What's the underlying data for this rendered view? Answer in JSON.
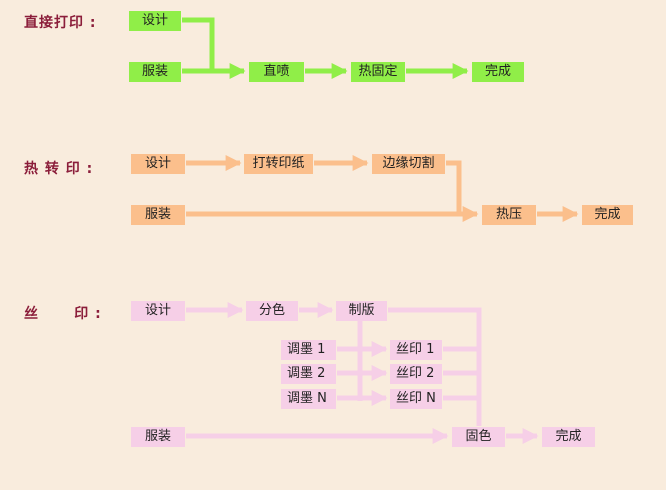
{
  "sections": {
    "direct": {
      "label": "直接打印 :",
      "color": "#90ee48",
      "nodes": {
        "design": "设计",
        "garment": "服装",
        "print": "直喷",
        "fix": "热固定",
        "done": "完成"
      }
    },
    "transfer": {
      "label": "热 转 印 :",
      "color": "#fbbf8c",
      "nodes": {
        "design": "设计",
        "paper": "打转印纸",
        "cut": "边缘切割",
        "garment": "服装",
        "press": "热压",
        "done": "完成"
      }
    },
    "screen": {
      "label": "丝      印 :",
      "color": "#f6cfe7",
      "nodes": {
        "design": "设计",
        "separate": "分色",
        "plate": "制版",
        "ink1": "调墨 1",
        "ink2": "调墨 2",
        "inkn": "调墨 N",
        "print1": "丝印 1",
        "print2": "丝印 2",
        "printn": "丝印 N",
        "garment": "服装",
        "fix": "固色",
        "done": "完成"
      }
    }
  }
}
